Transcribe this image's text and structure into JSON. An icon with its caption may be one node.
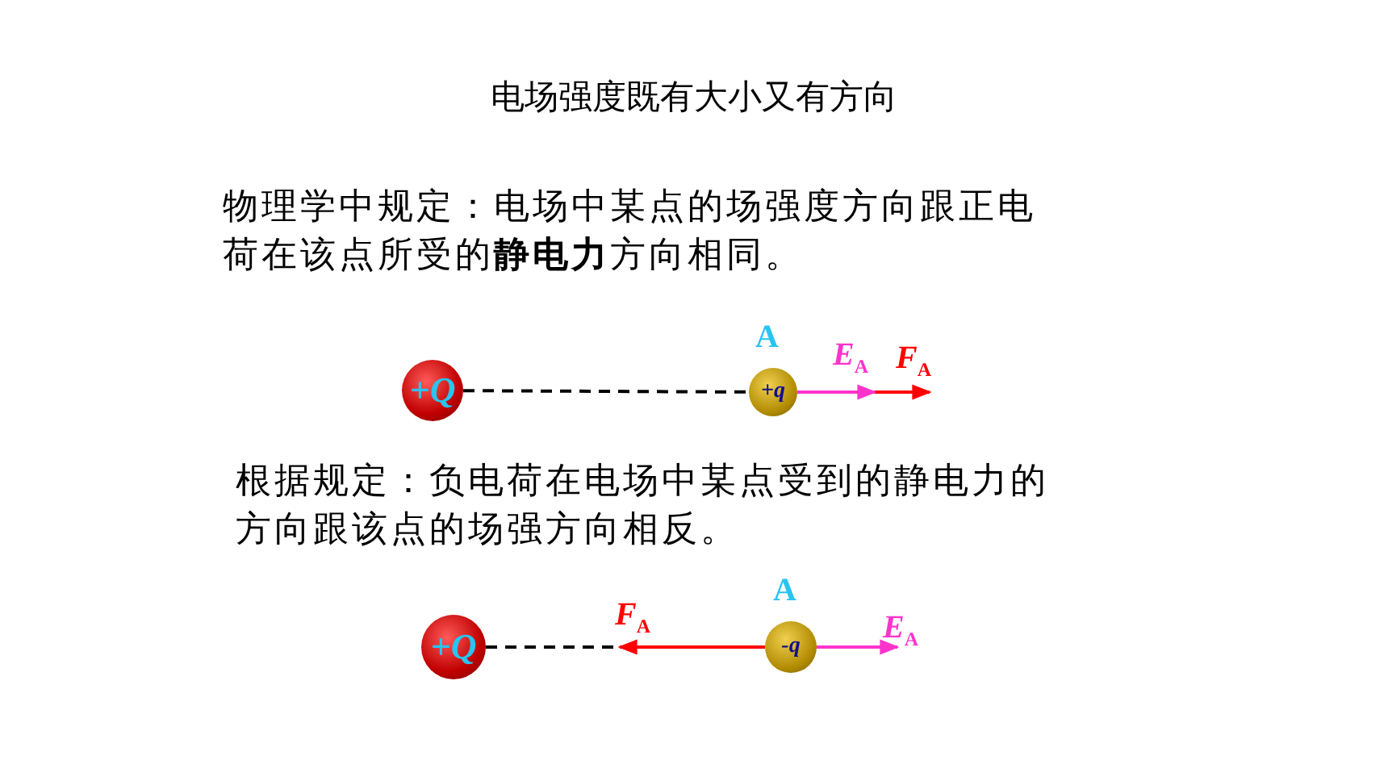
{
  "diagram": {
    "title": "电场强度既有大小又有方向",
    "nodes": [
      {
        "text": [
          "+Q"
        ]
      },
      {
        "text": [
          "+q"
        ],
        "beside": [
          "A"
        ]
      },
      {
        "text": [
          "+Q"
        ]
      },
      {
        "text": [
          "-q"
        ],
        "beside": [
          "A"
        ]
      }
    ],
    "edges": [
      {
        "from": 0,
        "to": 1,
        "arrow": "none",
        "style": "dashed"
      },
      {
        "from": 1,
        "to": null,
        "arrow": "to",
        "label": "*F*$_{A}$",
        "color": "#ff0000"
      },
      {
        "from": 1,
        "to": null,
        "arrow": "to",
        "label": "*E*$_{A}$",
        "color": "#ff33cc"
      },
      {
        "from": 2,
        "to": 3,
        "arrow": "none",
        "style": "dashed"
      },
      {
        "from": 3,
        "to": null,
        "arrow": "to",
        "label": "*F*$_{A}$",
        "color": "#ff0000"
      },
      {
        "from": 3,
        "to": null,
        "arrow": "to",
        "label": "*E*$_{A}$",
        "color": "#ff33cc"
      }
    ],
    "labels": [
      "物理学中规定：电场中某点的场强度方向跟正电荷在该点所受的**静电力**方向相同。",
      "根据规定：负电荷在电场中某点受到的静电力的方向跟该点的场强方向相反。"
    ]
  }
}
